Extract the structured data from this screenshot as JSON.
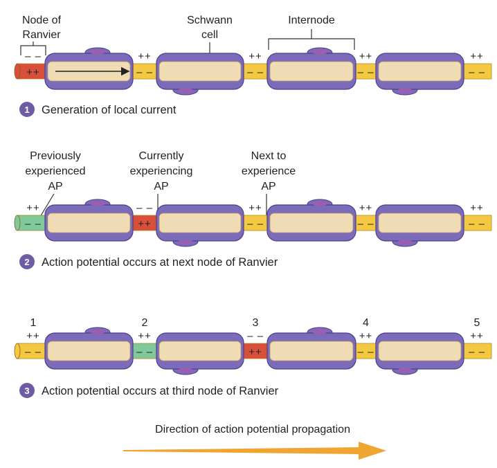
{
  "colors": {
    "schwann": "#7b6bb8",
    "schwann_edge": "#4a3f8a",
    "axon_inner": "#efdcb4",
    "node_resting": "#f5c842",
    "node_active": "#d9503a",
    "node_recovered": "#7fc99a",
    "nucleus": "#9a5fb0",
    "arrow": "#f0a531",
    "step_badge": "#6d5ba3"
  },
  "panel1": {
    "label_node": [
      "Node of",
      "Ranvier"
    ],
    "label_schwann": [
      "Schwann",
      "cell"
    ],
    "label_internode": "Internode",
    "step": "1",
    "caption": "Generation of local current",
    "nodes": [
      {
        "state": "active",
        "outside": "– –",
        "inside": "++"
      },
      {
        "state": "resting",
        "outside": "++",
        "inside": "– –"
      },
      {
        "state": "resting",
        "outside": "++",
        "inside": "– –"
      },
      {
        "state": "resting",
        "outside": "++",
        "inside": "– –"
      },
      {
        "state": "resting",
        "outside": "++",
        "inside": "– –"
      }
    ]
  },
  "panel2": {
    "label_previous": [
      "Previously",
      "experienced",
      "AP"
    ],
    "label_current": [
      "Currently",
      "experiencing",
      "AP"
    ],
    "label_next": [
      "Next to",
      "experience",
      "AP"
    ],
    "step": "2",
    "caption": "Action potential occurs at next node of Ranvier",
    "nodes": [
      {
        "state": "recovered",
        "outside": "++",
        "inside": "– –"
      },
      {
        "state": "active",
        "outside": "– –",
        "inside": "++"
      },
      {
        "state": "resting",
        "outside": "++",
        "inside": "– –"
      },
      {
        "state": "resting",
        "outside": "++",
        "inside": "– –"
      },
      {
        "state": "resting",
        "outside": "++",
        "inside": "– –"
      }
    ]
  },
  "panel3": {
    "node_numbers": [
      "1",
      "2",
      "3",
      "4",
      "5"
    ],
    "step": "3",
    "caption": "Action potential occurs at third node of Ranvier",
    "nodes": [
      {
        "state": "resting",
        "outside": "++",
        "inside": "– –"
      },
      {
        "state": "recovered",
        "outside": "++",
        "inside": "– –"
      },
      {
        "state": "active",
        "outside": "– –",
        "inside": "++"
      },
      {
        "state": "resting",
        "outside": "++",
        "inside": "– –"
      },
      {
        "state": "resting",
        "outside": "++",
        "inside": "– –"
      }
    ]
  },
  "direction_label": "Direction of action potential propagation"
}
